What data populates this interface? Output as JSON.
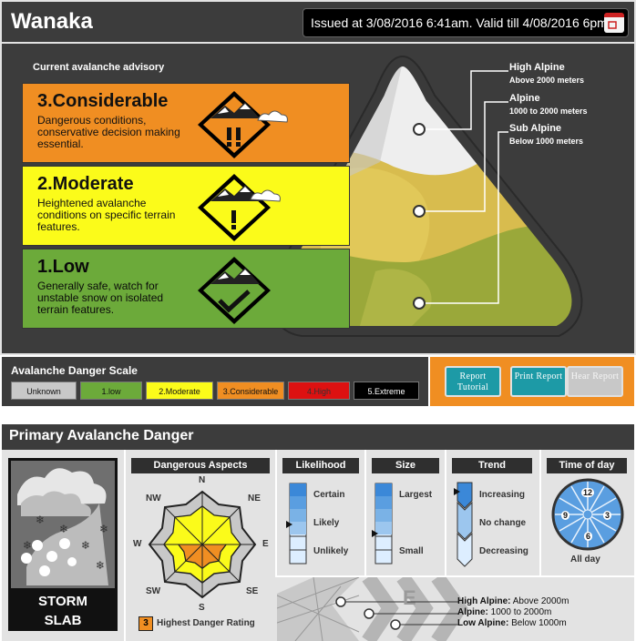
{
  "header": {
    "title": "Wanaka",
    "issued": "Issued at 3/08/2016 6:41am. Valid till 4/08/2016 6pm"
  },
  "advisory": {
    "heading": "Current avalanche advisory",
    "levels": [
      {
        "name": "3.Considerable",
        "desc": "Dangerous conditions, conservative decision making essential.",
        "color": "#f08e22"
      },
      {
        "name": "2.Moderate",
        "desc": "Heightened avalanche conditions on specific terrain features.",
        "color": "#fbfb1a"
      },
      {
        "name": "1.Low",
        "desc": "Generally safe, watch for unstable snow on isolated terrain features.",
        "color": "#6caa3a"
      }
    ],
    "zones": [
      {
        "name": "High Alpine",
        "range": "Above 2000 meters"
      },
      {
        "name": "Alpine",
        "range": "1000 to 2000 meters"
      },
      {
        "name": "Sub Alpine",
        "range": "Below 1000 meters"
      }
    ]
  },
  "scale": {
    "title": "Avalanche Danger Scale",
    "items": [
      {
        "label": "Unknown",
        "color": "#c8c8c8",
        "text": "#111111"
      },
      {
        "label": "1.low",
        "color": "#6caa3a",
        "text": "#111111"
      },
      {
        "label": "2.Moderate",
        "color": "#fbfb1a",
        "text": "#111111"
      },
      {
        "label": "3.Considerable",
        "color": "#f08e22",
        "text": "#111111"
      },
      {
        "label": "4.High",
        "color": "#dd1111",
        "text": "#222222"
      },
      {
        "label": "5.Extreme",
        "color": "#000000",
        "text": "#ffffff"
      }
    ]
  },
  "report": {
    "tutorial": "Report Tutorial",
    "print": "Print Report",
    "hear": "Hear Report"
  },
  "primary": {
    "title": "Primary Avalanche Danger",
    "problem": {
      "line1": "STORM",
      "line2": "SLAB"
    },
    "aspects": {
      "title": "Dangerous Aspects",
      "N": "N",
      "NE": "NE",
      "E": "E",
      "SE": "SE",
      "S": "S",
      "SW": "SW",
      "W": "W",
      "NW": "NW",
      "rating_value": "3",
      "rating_label": "Highest Danger Rating"
    },
    "likelihood": {
      "title": "Likelihood",
      "top": "Certain",
      "mid": "Likely",
      "bottom": "Unlikely",
      "selected": "Likely"
    },
    "size": {
      "title": "Size",
      "top": "Largest",
      "bottom": "Small",
      "selected": "Small"
    },
    "trend": {
      "title": "Trend",
      "top": "Increasing",
      "mid": "No change",
      "bottom": "Decreasing",
      "selected": "Increasing"
    },
    "time": {
      "title": "Time of day",
      "label": "All day",
      "n12": "12",
      "n3": "3",
      "n6": "6",
      "n9": "9"
    },
    "elevation": {
      "letter": "E",
      "high": {
        "name": "High Alpine:",
        "range": " Above 2000m"
      },
      "alpine": {
        "name": "Alpine:",
        "range": " 1000 to 2000m"
      },
      "low": {
        "name": "Low Alpine:",
        "range": " Below 1000m"
      }
    }
  }
}
